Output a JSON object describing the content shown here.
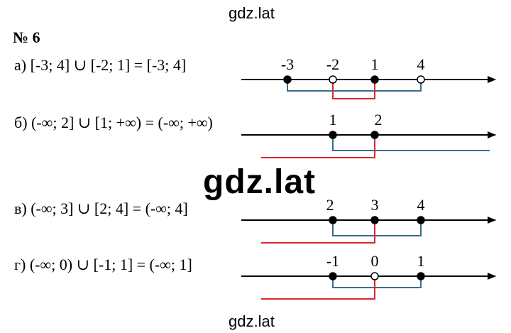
{
  "watermark": {
    "top": "gdz.lat",
    "middle": "gdz.lat",
    "bottom": "gdz.lat"
  },
  "task_number": "№ 6",
  "rows": [
    {
      "equation": "а) [-3; 4] ∪ [-2; 1] = [-3; 4]",
      "points": [
        {
          "label": "-3",
          "filled": true
        },
        {
          "label": "-2",
          "filled": false
        },
        {
          "label": "1",
          "filled": true
        },
        {
          "label": "4",
          "filled": false
        }
      ]
    },
    {
      "equation": "б) (-∞; 2] ∪ [1; +∞) = (-∞; +∞)",
      "points": [
        {
          "label": "1",
          "filled": true
        },
        {
          "label": "2",
          "filled": true
        }
      ]
    },
    {
      "equation": "в) (-∞; 3] ∪ [2; 4] = (-∞; 4]",
      "points": [
        {
          "label": "2",
          "filled": true
        },
        {
          "label": "3",
          "filled": true
        },
        {
          "label": "4",
          "filled": true
        }
      ]
    },
    {
      "equation": "г) (-∞; 0) ∪ [-1; 1] = (-∞; 1]",
      "points": [
        {
          "label": "-1",
          "filled": true
        },
        {
          "label": "0",
          "filled": false
        },
        {
          "label": "1",
          "filled": true
        }
      ]
    }
  ],
  "colors": {
    "blue": "#3a6d8c",
    "red": "#d8282b",
    "axis": "#000000"
  }
}
